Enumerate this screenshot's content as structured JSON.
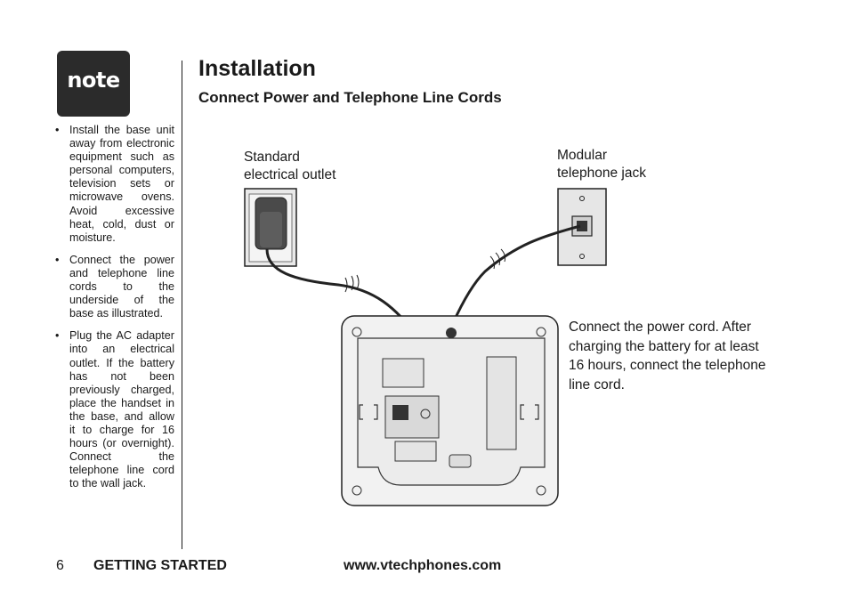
{
  "note": {
    "badge": "note"
  },
  "notes": [
    "Install the base unit away from electronic equipment such as personal computers, television sets or microwave ovens. Avoid excessive heat, cold, dust or moisture.",
    "Connect the power and telephone line cords to the underside of the base as illustrated.",
    "Plug the AC adapter into an electrical outlet. If the battery has not been previously charged, place the handset in the base, and allow it to charge for 16 hours (or overnight). Connect the telephone line cord to the wall jack."
  ],
  "header": {
    "title": "Installation",
    "subtitle": "Connect Power and Telephone Line Cords"
  },
  "diagram": {
    "outlet_label_line1": "Standard",
    "outlet_label_line2": "electrical outlet",
    "jack_label_line1": "Modular",
    "jack_label_line2": "telephone jack",
    "caption": "Connect the power cord. After charging the battery for at least 16 hours, connect the telephone line cord."
  },
  "footer": {
    "page_number": "6",
    "section": "GETTING STARTED",
    "website": "www.vtechphones.com"
  }
}
